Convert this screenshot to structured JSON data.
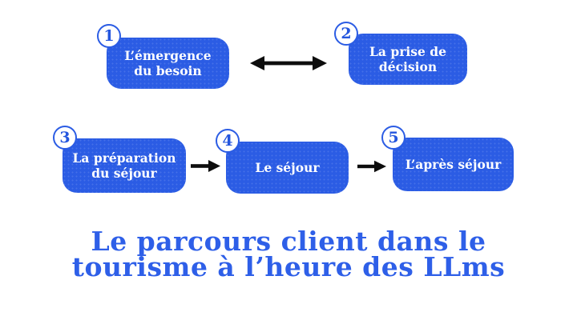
{
  "diagram": {
    "title": {
      "line1": "Le parcours client dans le",
      "line2": "tourisme à l’heure des LLms"
    },
    "steps": [
      {
        "number": "1",
        "label": "L’émergence du besoin"
      },
      {
        "number": "2",
        "label": "La prise de décision"
      },
      {
        "number": "3",
        "label": "La préparation du séjour"
      },
      {
        "number": "4",
        "label": "Le séjour"
      },
      {
        "number": "5",
        "label": "L’après séjour"
      }
    ],
    "connections": [
      {
        "from": "1",
        "to": "2",
        "type": "double-arrow"
      },
      {
        "from": "3",
        "to": "4",
        "type": "arrow"
      },
      {
        "from": "4",
        "to": "5",
        "type": "arrow"
      }
    ],
    "colors": {
      "block_fill": "#2B5CE4",
      "block_text": "#FFFFFF",
      "badge_fill": "#FFFFFF",
      "badge_border": "#2B5CE4",
      "badge_text": "#2456DE",
      "title_text": "#2E5FE8",
      "arrow": "#0D0D0D",
      "background": "#FFFFFF"
    }
  }
}
